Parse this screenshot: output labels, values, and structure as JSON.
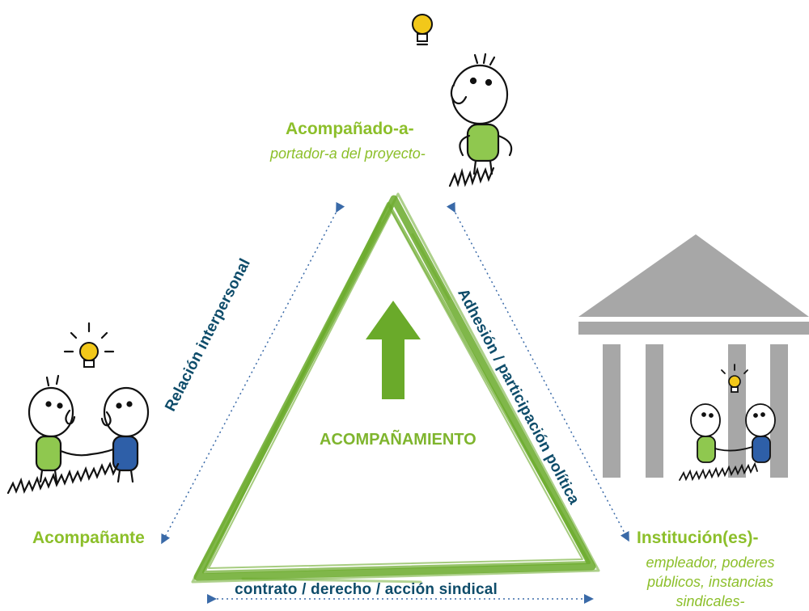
{
  "roles": {
    "acompanado": {
      "title": "Acompañado-a-",
      "subtitle": "portador-a del proyecto-"
    },
    "acompanante": {
      "title": "Acompañante"
    },
    "institucion": {
      "title": "Institución(es)-",
      "subtitle_lines": [
        "empleador, poderes",
        "públicos, instancias",
        "sindicales-"
      ]
    }
  },
  "edges": {
    "left": "Relación interpersonal",
    "right": "Adhesión / participación política",
    "bottom": "contrato / derecho / acción sindical"
  },
  "center": {
    "label": "ACOMPAÑAMIENTO",
    "arrow": "up-arrow"
  },
  "colors": {
    "accent_green": "#8cbf2a",
    "triangle_green": "#6aaa2a",
    "edge_text": "#0e4c6a",
    "dotted_line": "#3a6aa8",
    "building_gray": "#a7a7a7",
    "bulb_yellow": "#f2c81a"
  }
}
